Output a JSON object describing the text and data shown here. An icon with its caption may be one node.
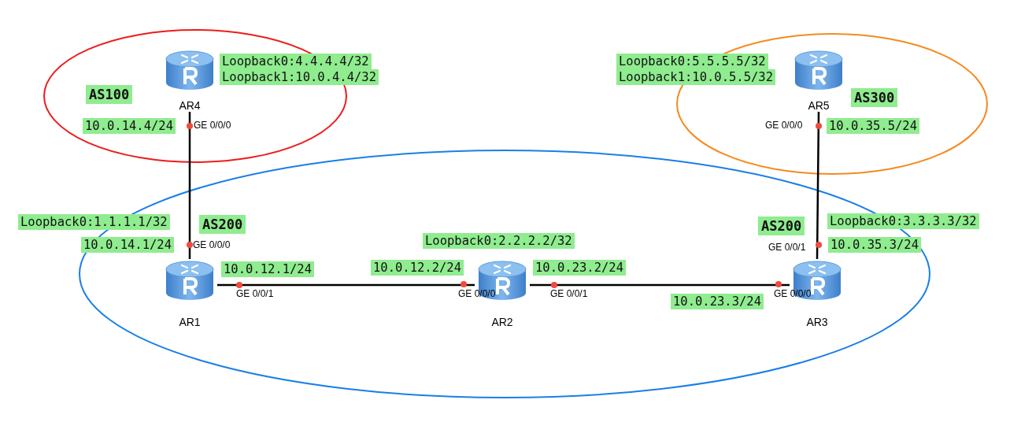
{
  "diagram": {
    "nodes": [
      {
        "text": [
          "AS100"
        ]
      },
      {
        "text": [
          "AR4"
        ],
        "in": 0,
        "beside": [
          "Loopback0:4.4.4.4/32",
          "Loopback1:10.0.4.4/32"
        ]
      },
      {
        "text": [
          "AS300"
        ]
      },
      {
        "text": [
          "AR5"
        ],
        "in": 2,
        "beside": [
          "Loopback0:5.5.5.5/32",
          "Loopback1:10.0.5.5/32"
        ]
      },
      {
        "text": [
          "AS200",
          "AS200"
        ]
      },
      {
        "text": [
          "AR1"
        ],
        "in": 4,
        "beside": [
          "Loopback0:1.1.1.1/32"
        ]
      },
      {
        "text": [
          "AR2"
        ],
        "in": 4,
        "beside": [
          "Loopback0:2.2.2.2/32"
        ]
      },
      {
        "text": [
          "AR3"
        ],
        "in": 4,
        "beside": [
          "Loopback0:3.3.3.3/32"
        ]
      }
    ],
    "edges": [
      {
        "from": 1,
        "to": 5,
        "arrow": "none"
      },
      {
        "from": 5,
        "to": 6,
        "arrow": "none"
      },
      {
        "from": 6,
        "to": 7,
        "arrow": "none"
      },
      {
        "from": 7,
        "to": 3,
        "arrow": "none"
      }
    ],
    "labels": [
      "10.0.14.4/24",
      "GE 0/0/0",
      "GE 0/0/0",
      "10.0.35.5/24",
      "10.0.14.1/24",
      "GE 0/0/0",
      "GE 0/0/1",
      "10.0.35.3/24",
      "10.0.12.1/24",
      "10.0.12.2/24",
      "10.0.23.2/24",
      "GE 0/0/1",
      "GE 0/0/0",
      "GE 0/0/1",
      "GE 0/0/0",
      "10.0.23.3/24"
    ]
  }
}
